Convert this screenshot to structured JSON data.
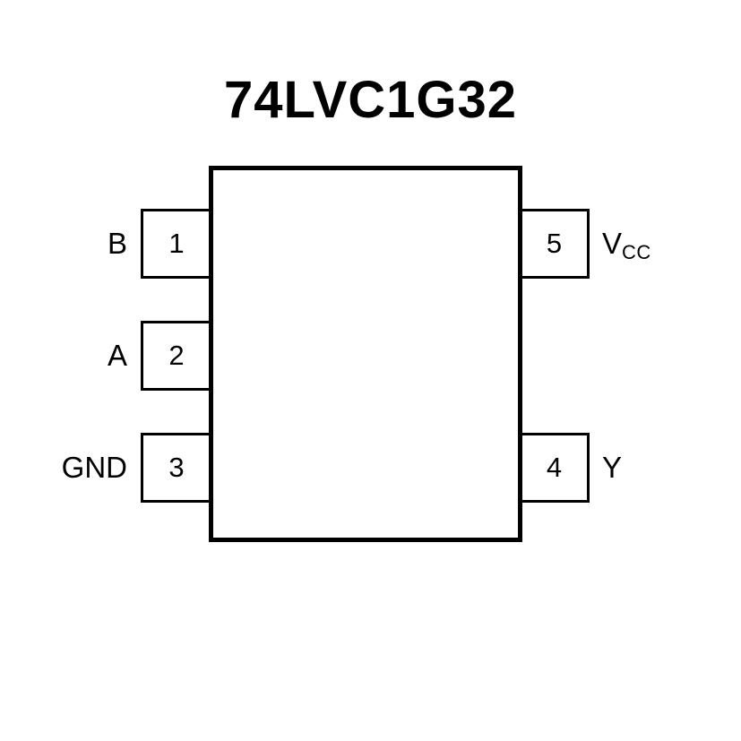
{
  "title": "74LVC1G32",
  "colors": {
    "line": "#000000",
    "background": "#ffffff"
  },
  "diagram": {
    "left_pins": [
      {
        "number": "1",
        "label": "B"
      },
      {
        "number": "2",
        "label": "A"
      },
      {
        "number": "3",
        "label": "GND"
      }
    ],
    "right_pins": [
      {
        "number": "5",
        "label": "V",
        "label_sub": "CC"
      },
      {
        "number": "4",
        "label": "Y"
      }
    ]
  }
}
